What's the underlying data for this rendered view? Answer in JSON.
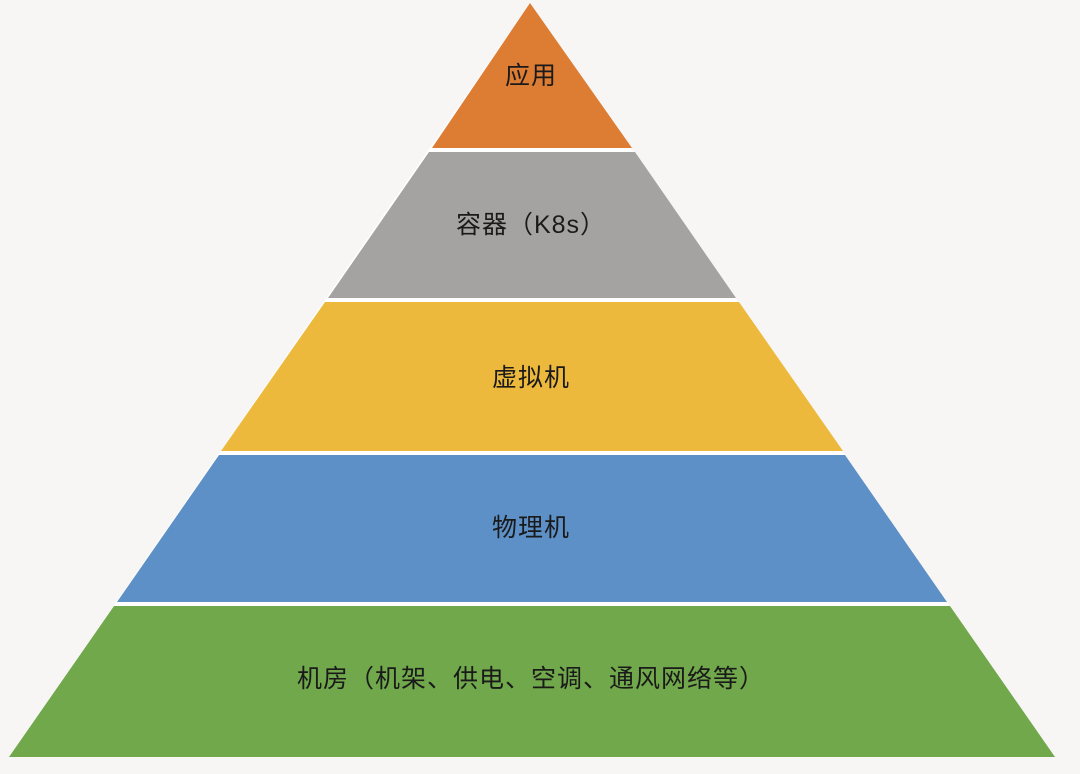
{
  "diagram": {
    "type": "pyramid",
    "background_color": "#F7F6F5",
    "gap_color": "#FFFFFF",
    "label_color": "#1A1A1A",
    "layers": [
      {
        "label": "应用",
        "color": "#DD7C33"
      },
      {
        "label": "容器（K8s）",
        "color": "#A4A3A2"
      },
      {
        "label": "虚拟机",
        "color": "#EDB93D"
      },
      {
        "label": "物理机",
        "color": "#5D90C7"
      },
      {
        "label": "机房（机架、供电、空调、通风网络等）",
        "color": "#70A84B"
      }
    ]
  }
}
